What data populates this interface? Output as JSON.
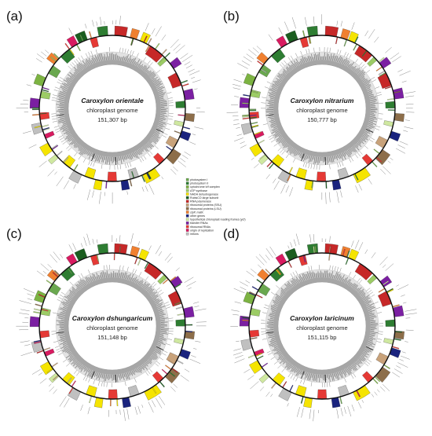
{
  "panels": [
    {
      "label": "(a)",
      "species": "Caroxylon orientale",
      "subtitle": "chloroplast genome",
      "size": "151,307 bp"
    },
    {
      "label": "(b)",
      "species": "Caroxylon nitrarium",
      "subtitle": "chloroplast genome",
      "size": "150,777 bp"
    },
    {
      "label": "(c)",
      "species": "Caroxylon dshungaricum",
      "subtitle": "chloroplast genome",
      "size": "151,148 bp"
    },
    {
      "label": "(d)",
      "species": "Caroxylon laricinum",
      "subtitle": "chloroplast genome",
      "size": "151,115 bp"
    }
  ],
  "legend": [
    {
      "label": "photosystem I",
      "color": "#6aa84f"
    },
    {
      "label": "photosystem II",
      "color": "#2e7d32"
    },
    {
      "label": "cytochrome b/f complex",
      "color": "#7cb342"
    },
    {
      "label": "ATP synthase",
      "color": "#9ccc65"
    },
    {
      "label": "NADH dehydrogenase",
      "color": "#f5e400"
    },
    {
      "label": "RubisCO large subunit",
      "color": "#1b5e20"
    },
    {
      "label": "RNA polymerase",
      "color": "#c62828"
    },
    {
      "label": "ribosomal proteins (SSU)",
      "color": "#c8a27a"
    },
    {
      "label": "ribosomal proteins (LSU)",
      "color": "#8d6e4a"
    },
    {
      "label": "clpP, matK",
      "color": "#f08030"
    },
    {
      "label": "other genes",
      "color": "#1a237e"
    },
    {
      "label": "hypothetical chloroplast reading frames (ycf)",
      "color": "#cfe8a0"
    },
    {
      "label": "transfer RNAs",
      "color": "#7b1fa2"
    },
    {
      "label": "ribosomal RNAs",
      "color": "#e53935"
    },
    {
      "label": "origin of replication",
      "color": "#d81b60"
    },
    {
      "label": "introns",
      "color": "#c0c0c0"
    }
  ],
  "colors": {
    "backbone": "#111111",
    "inner_ring_light": "#e2e2e2",
    "inner_ring_dark": "#a6a6a6",
    "gc_ring": "#8a8a8a",
    "white": "#ffffff"
  }
}
